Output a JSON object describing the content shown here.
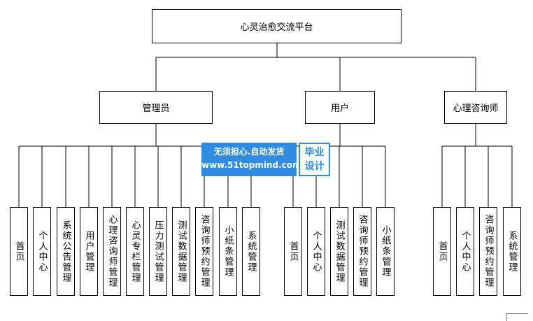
{
  "root": {
    "label": "心灵治愈交流平台"
  },
  "roles": [
    {
      "label": "管理员",
      "modules": [
        "首页",
        "个人中心",
        "系统公告管理",
        "用户管理",
        "心理咨询师管理",
        "心灵专栏管理",
        "压力测试管理",
        "测试数据管理",
        "咨询师预约管理",
        "小纸条管理",
        "系统管理"
      ]
    },
    {
      "label": "用户",
      "modules": [
        "首页",
        "个人中心",
        "测试数据管理",
        "咨询师预约管理",
        "小纸条管理"
      ]
    },
    {
      "label": "心理咨询师",
      "modules": [
        "首页",
        "个人中心",
        "咨询师预约管理",
        "系统管理"
      ]
    }
  ],
  "watermark": {
    "line1": "无须担心.自动发货",
    "line2": "www.51topmind.com",
    "badge1": "毕业",
    "badge2": "设计"
  }
}
